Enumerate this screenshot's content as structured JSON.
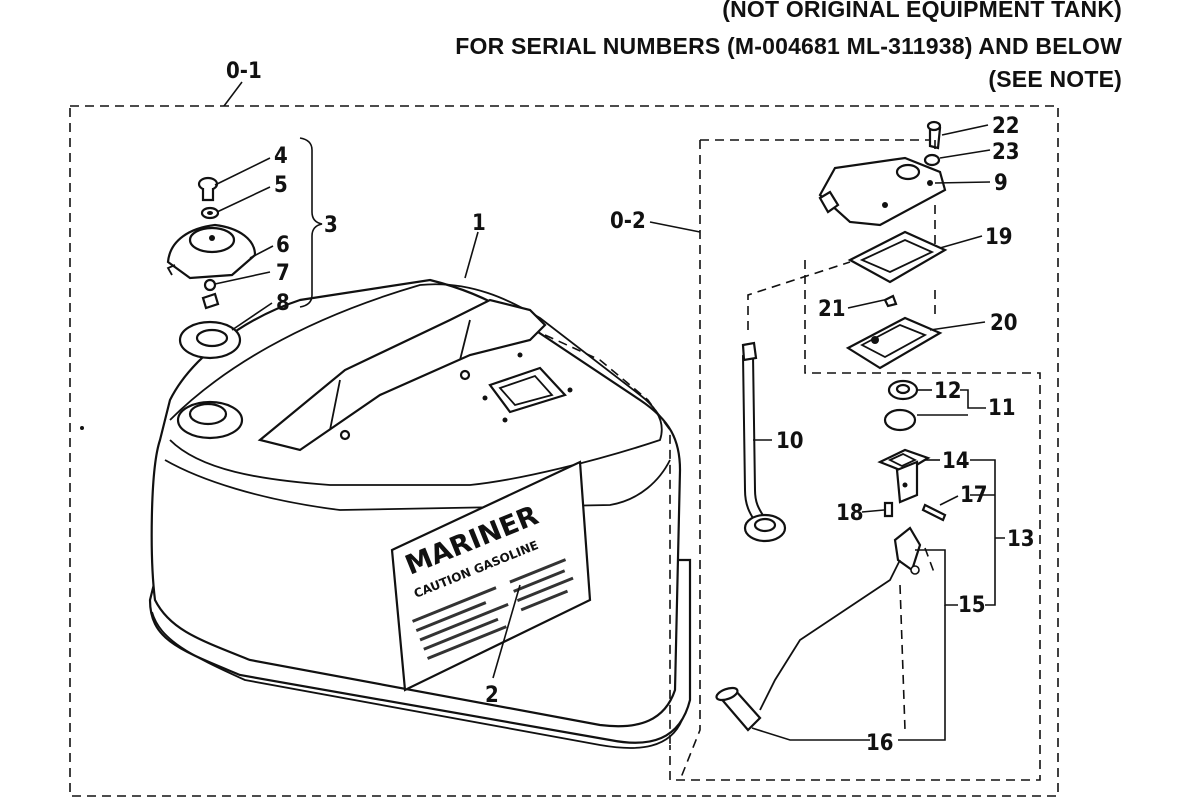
{
  "header": {
    "line1": "(NOT ORIGINAL EQUIPMENT TANK)",
    "line2": "FOR SERIAL NUMBERS (M-004681 ML-311938) AND BELOW",
    "line3": "(SEE NOTE)"
  },
  "tank_label": {
    "brand": "MARINER",
    "caution": "CAUTION GASOLINE"
  },
  "callouts": {
    "c01": "0-1",
    "c02": "0-2",
    "c1": "1",
    "c2": "2",
    "c3": "3",
    "c4": "4",
    "c5": "5",
    "c6": "6",
    "c7": "7",
    "c8": "8",
    "c9": "9",
    "c10": "10",
    "c11": "11",
    "c12": "12",
    "c13": "13",
    "c14": "14",
    "c15": "15",
    "c16": "16",
    "c17": "17",
    "c18": "18",
    "c19": "19",
    "c20": "20",
    "c21": "21",
    "c22": "22",
    "c23": "23"
  }
}
